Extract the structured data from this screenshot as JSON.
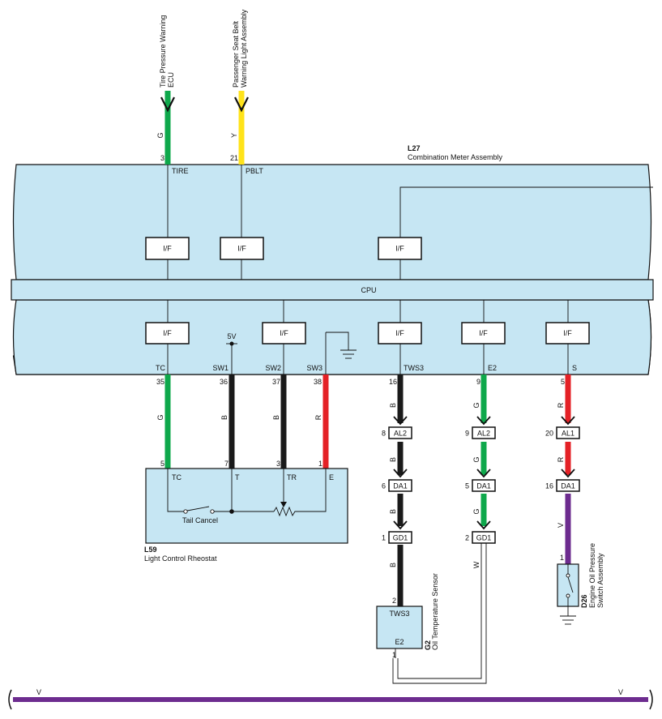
{
  "colors": {
    "panel": "#c6e6f3",
    "green": "#0ea84b",
    "yellow": "#ffe31a",
    "black": "#1a1a1a",
    "red": "#e42126",
    "violet": "#6d2c8f",
    "white_wire": "#ffffff"
  },
  "meter": {
    "code": "L27",
    "name": "Combination Meter Assembly",
    "cpu": "CPU",
    "if_label": "I/F"
  },
  "top_connections": [
    {
      "name": "Tire Pressure Warning ECU",
      "line1": "Tire Pressure Warning",
      "line2": "ECU",
      "wire": "G",
      "pin": "3",
      "terminal": "TIRE"
    },
    {
      "name": "Passenger Seat Belt Warning Light Assembly",
      "line1": "Passenger Seat Belt",
      "line2": "Warning Light Assembly",
      "wire": "Y",
      "pin": "21",
      "terminal": "PBLT"
    }
  ],
  "bottom_terminals": [
    {
      "terminal": "TC",
      "pin": "35",
      "wire": "G"
    },
    {
      "terminal": "SW1",
      "pin": "36",
      "wire": "B"
    },
    {
      "terminal": "SW2",
      "pin": "37",
      "wire": "B"
    },
    {
      "terminal": "SW3",
      "pin": "38",
      "wire": "R"
    },
    {
      "terminal": "TWS3",
      "pin": "16",
      "wire": "B"
    },
    {
      "terminal": "E2",
      "pin": "9",
      "wire": "G"
    },
    {
      "terminal": "S",
      "pin": "5",
      "wire": "R"
    }
  ],
  "supply": "5V",
  "rheostat": {
    "code": "L59",
    "name": "Light Control Rheostat",
    "terminals": [
      {
        "label": "TC",
        "pin": "5"
      },
      {
        "label": "T",
        "pin": "7"
      },
      {
        "label": "TR",
        "pin": "3"
      },
      {
        "label": "E",
        "pin": "1"
      }
    ],
    "switch_label": "Tail Cancel"
  },
  "connectors": {
    "tws3": [
      {
        "code": "AL2",
        "pin": "8",
        "wire_after": "B"
      },
      {
        "code": "DA1",
        "pin": "6",
        "wire_after": "B"
      },
      {
        "code": "GD1",
        "pin": "1",
        "wire_after": "B"
      }
    ],
    "e2": [
      {
        "code": "AL2",
        "pin": "9",
        "wire_after": "G"
      },
      {
        "code": "DA1",
        "pin": "5",
        "wire_after": "G"
      },
      {
        "code": "GD1",
        "pin": "2",
        "wire_after": "W"
      }
    ],
    "s": [
      {
        "code": "AL1",
        "pin": "20",
        "wire_after": "R"
      },
      {
        "code": "DA1",
        "pin": "16",
        "wire_after": "V"
      }
    ]
  },
  "sensor": {
    "code": "G2",
    "name": "Oil Temperature Sensor",
    "term_top": "TWS3",
    "term_bottom": "E2",
    "pin_top": "2",
    "pin_bottom": "1"
  },
  "switch": {
    "code": "D26",
    "line1": "Engine Oil Pressure",
    "line2": "Switch Assembly",
    "pin": "1"
  },
  "bus": {
    "left": "V",
    "right": "V"
  }
}
